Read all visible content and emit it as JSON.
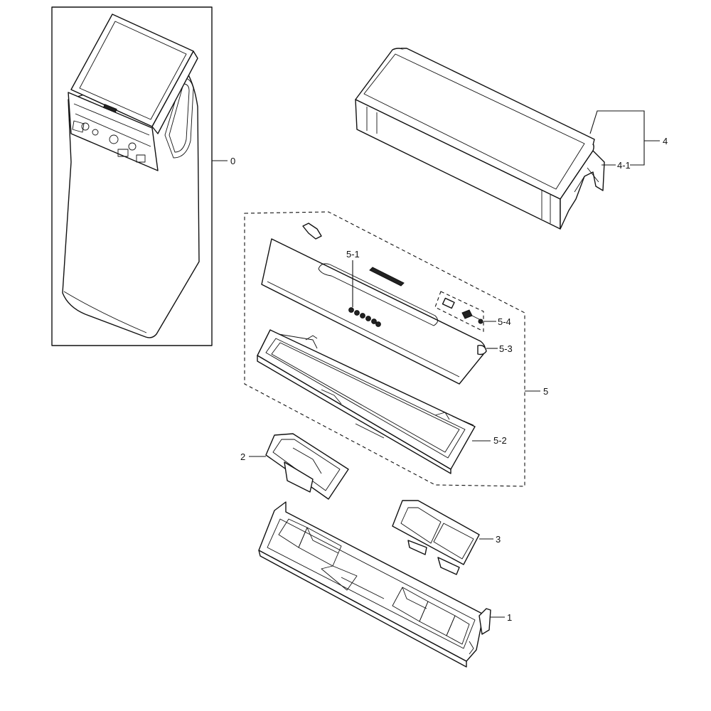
{
  "labels": {
    "p0": "0",
    "p1": "1",
    "p2": "2",
    "p3": "3",
    "p4": "4",
    "p4_1": "4-1",
    "p5": "5",
    "p5_1": "5-1",
    "p5_2": "5-2",
    "p5_3": "5-3",
    "p5_4": "5-4"
  },
  "colors": {
    "line": "#111111",
    "background": "#ffffff"
  }
}
